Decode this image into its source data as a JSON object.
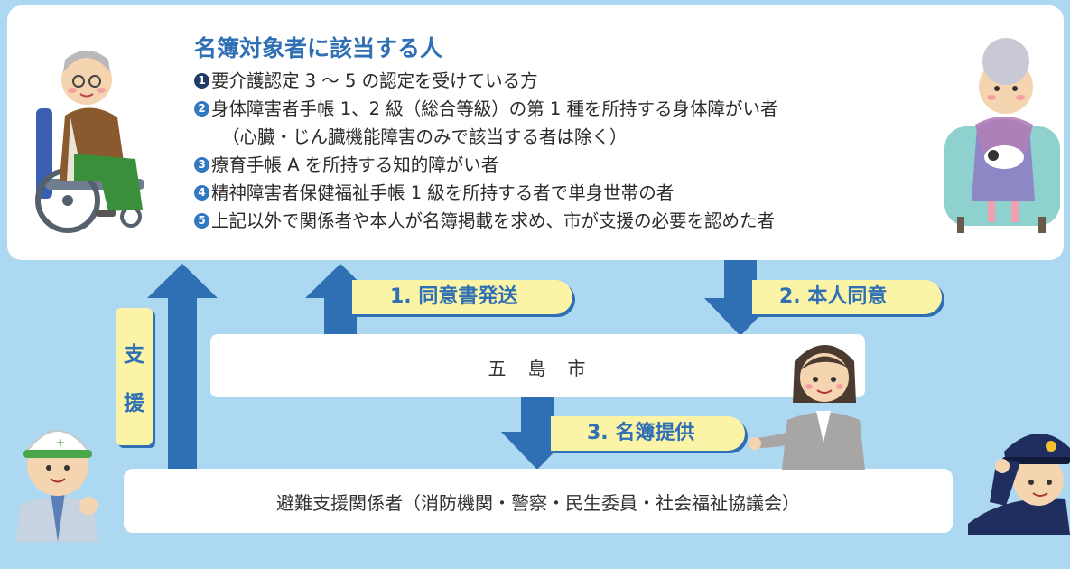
{
  "criteria": {
    "title": "名簿対象者に該当する人",
    "items": [
      {
        "num": "1",
        "text": "要介護認定 3 ～ 5 の認定を受けている方"
      },
      {
        "num": "2",
        "text": "身体障害者手帳 1、2 級（総合等級）の第 1 種を所持する身体障がい者"
      },
      {
        "num": "",
        "text": "（心臓・じん臓機能障害のみで該当する者は除く）"
      },
      {
        "num": "3",
        "text": "療育手帳 A を所持する知的障がい者"
      },
      {
        "num": "4",
        "text": "精神障害者保健福祉手帳 1 級を所持する者で単身世帯の者"
      },
      {
        "num": "5",
        "text": "上記以外で関係者や本人が名簿掲載を求め、市が支援の必要を認めた者"
      }
    ]
  },
  "city": {
    "label": "五　島　市"
  },
  "org": {
    "label": "避難支援関係者（消防機関・警察・民生委員・社会福祉協議会）"
  },
  "steps": {
    "s1": "1. 同意書発送",
    "s2": "2. 本人同意",
    "s3": "3. 名簿提供"
  },
  "support": {
    "char1": "支",
    "char2": "援"
  },
  "colors": {
    "background": "#acd8f1",
    "arrow": "#2f6fb4",
    "tag_fill": "#fbf4a6",
    "title": "#2f6fb4"
  },
  "icons": [
    "wheelchair-elder-illustration",
    "seated-elder-woman-illustration",
    "helmet-worker-illustration",
    "city-staff-woman-illustration",
    "police-officer-illustration"
  ]
}
